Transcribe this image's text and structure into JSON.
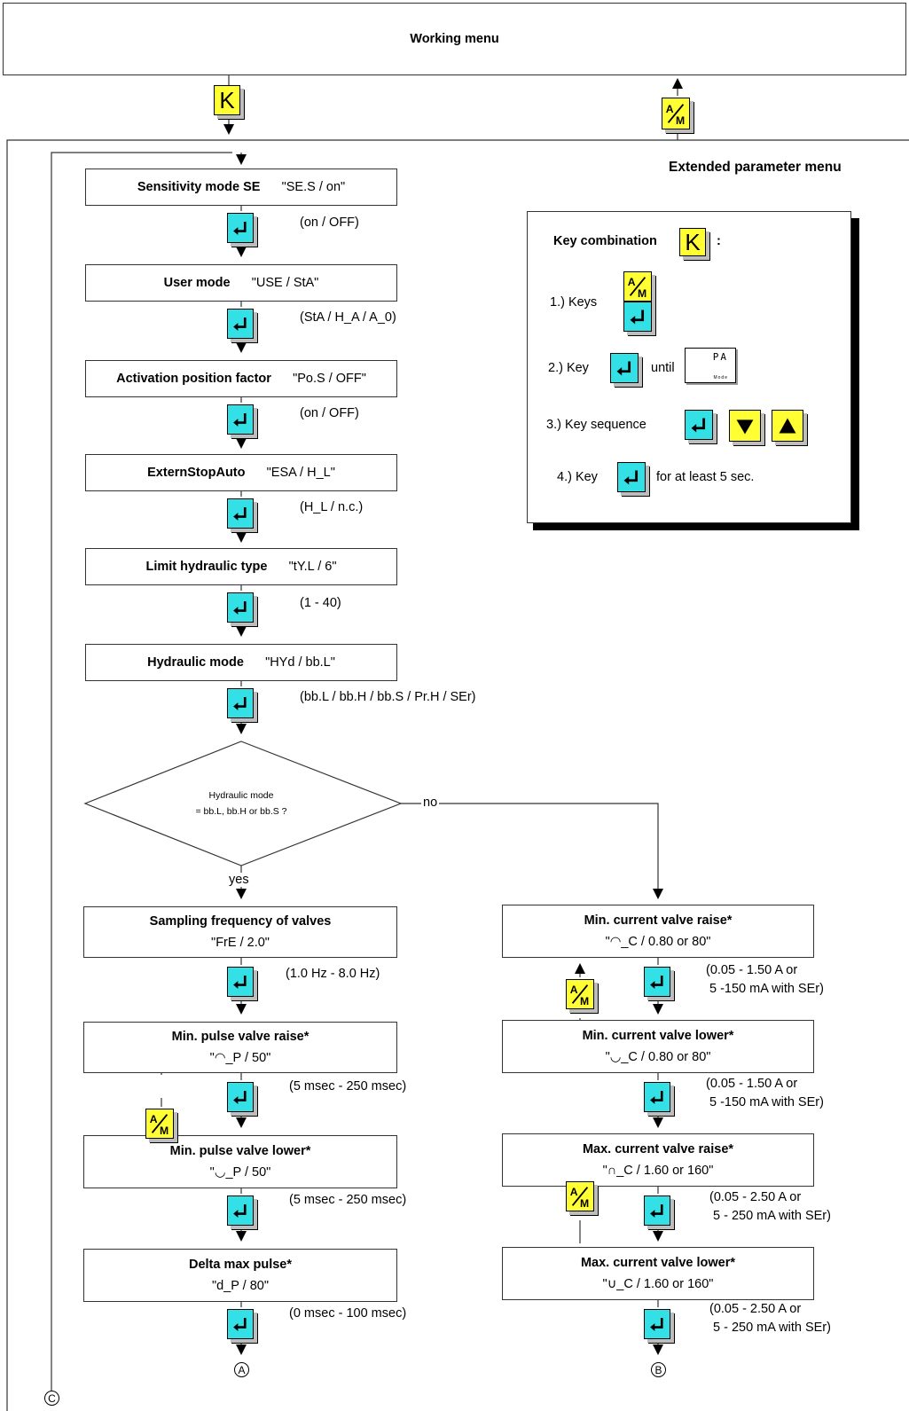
{
  "working_menu": {
    "title": "Working menu"
  },
  "extended_menu": {
    "title": "Extended parameter menu"
  },
  "steps_left": [
    {
      "name": "Sensitivity mode SE",
      "code": "\"SE.S / on\"",
      "range": "(on / OFF)"
    },
    {
      "name": "User mode",
      "code": "\"USE / StA\"",
      "range": "(StA / H_A / A_0)"
    },
    {
      "name": "Activation position factor",
      "code": "\"Po.S / OFF\"",
      "range": "(on / OFF)"
    },
    {
      "name": "ExternStopAuto",
      "code": "\"ESA / H_L\"",
      "range": "(H_L / n.c.)"
    },
    {
      "name": "Limit hydraulic type",
      "code": "\"tY.L / 6\"",
      "range": "(1 - 40)"
    },
    {
      "name": "Hydraulic mode",
      "code": "\"HYd / bb.L\"",
      "range": "(bb.L / bb.H / bb.S / Pr.H / SEr)"
    }
  ],
  "decision": {
    "line1": "Hydraulic mode",
    "line2": "= bb.L, bb.H or bb.S ?",
    "no_label": "no",
    "yes_label": "yes"
  },
  "steps_yes": [
    {
      "name": "Sampling frequency of valves",
      "code": "\"FrE / 2.0\"",
      "range": "(1.0 Hz - 8.0 Hz)"
    },
    {
      "name": "Min. pulse valve raise*",
      "code": "\"◠_P / 50\"",
      "range": "(5 msec - 250 msec)"
    },
    {
      "name": "Min. pulse valve lower*",
      "code": "\"◡_P / 50\"",
      "range": "(5 msec - 250 msec)"
    },
    {
      "name": "Delta max pulse*",
      "code": "\"d_P / 80\"",
      "range": "(0 msec - 100 msec)"
    }
  ],
  "steps_no": [
    {
      "name": "Min. current valve raise*",
      "code": "\"◠_C / 0.80 or 80\"",
      "range1": "(0.05 - 1.50 A or",
      "range2": "5 -150 mA with SEr)"
    },
    {
      "name": "Min. current valve lower*",
      "code": "\"◡_C / 0.80 or 80\"",
      "range1": "(0.05 - 1.50 A or",
      "range2": "5 -150 mA with SEr)"
    },
    {
      "name": "Max. current valve raise*",
      "code": "\"∩_C / 1.60 or 160\"",
      "range1": "(0.05 - 2.50 A or",
      "range2": "5 - 250 mA with SEr)"
    },
    {
      "name": "Max. current valve lower*",
      "code": "\"∪_C / 1.60 or 160\"",
      "range1": "(0.05 - 2.50 A or",
      "range2": "5 - 250 mA with SEr)"
    }
  ],
  "key_combination": {
    "title": "Key combination",
    "colon": ":",
    "step1": "1.) Keys",
    "step2": "2.) Key",
    "step2_until": "until",
    "step3": "3.) Key sequence",
    "step4": "4.) Key",
    "step4_suffix": "for at least 5 sec.",
    "display_text": "PA",
    "display_sub": "Mode"
  },
  "keys": {
    "k": "K",
    "am_top": "A",
    "am_bottom": "M"
  },
  "connectors": {
    "a": "A",
    "b": "B",
    "c": "C"
  },
  "colors": {
    "enter_key": "#33e0e6",
    "am_key": "#ffff33",
    "k_key": "#ffff33",
    "shadow": "#bdbdbd"
  }
}
